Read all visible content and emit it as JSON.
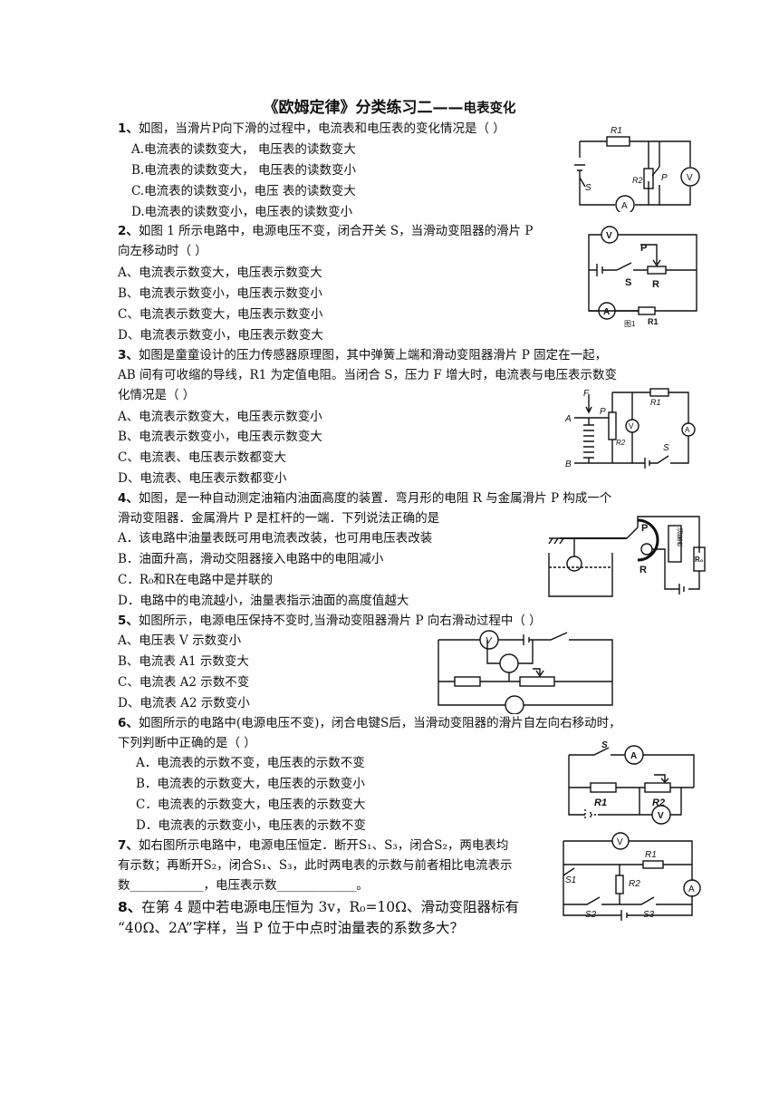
{
  "title": {
    "main": "《欧姆定律》分类练习二——",
    "sub": "电表变化"
  },
  "questions": [
    {
      "num": "1、",
      "stem": [
        "如图，当滑片P向下滑的过程中，电流表和电压表的变化情况是（      ）"
      ],
      "options": [
        "A.电流表的读数变大，  电压表的读数变大",
        "B.电流表的读数变大，  电压表的读数变小",
        "C.电流表的读数变小，电压 表的读数变大",
        "D.电流表的读数变小，电压表的读数变小"
      ]
    },
    {
      "num": "2、",
      "stem": [
        "如图 1 所示电路中，电源电压不变，闭合开关 S，当滑动变阻器的滑片 P",
        "向左移动时（      ）"
      ],
      "options": [
        "A、电流表示数变大，电压表示数变大",
        "B、电流表示数变小，电压表示数变小",
        "C、电流表示数变大，电压表示数变小",
        "D、电流表示数变小，电压表示数变大"
      ]
    },
    {
      "num": "3、",
      "stem": [
        "如图是童童设计的压力传感器原理图，其中弹簧上端和滑动变阻器滑片 P 固定在一起，",
        "AB 间有可收缩的导线，R1 为定值电阻。当闭合 S，压力 F 增大时，电流表与电压表示数变",
        "化情况是（      ）"
      ],
      "options": [
        "A、电流表示数变大，电压表示数变小",
        "B、电流表示数变小，电压表示数变大",
        "C、电流表、电压表示数都变大",
        "D、电流表、电压表示数都变小"
      ]
    },
    {
      "num": "4、",
      "stem": [
        "如图，是一种自动测定油箱内油面高度的装置．弯月形的电阻 R 与金属滑片 P 构成一个",
        "滑动变阻器．金属滑片 P 是杠杆的一端．下列说法正确的是"
      ],
      "options": [
        "A．该电路中油量表既可用电流表改装，也可用电压表改装",
        "B．油面升高，滑动交阻器接入电路中的电阻减小",
        "C．R₀和R在电路中是并联的",
        "D．电路中的电流越小，油量表指示油面的高度值越大"
      ]
    },
    {
      "num": "5、",
      "stem": [
        "如图所示，电源电压保持不变时,当滑动变阻器滑片 P 向右滑动过程中（         ）"
      ],
      "options": [
        "A、电压表 V 示数变小",
        "B、电流表 A1 示数变大",
        "C、电流表 A2 示数不变",
        "D、电流表 A2 示数变小"
      ]
    },
    {
      "num": "6、",
      "stem": [
        "如图所示的电路中(电源电压不变)，闭合电键S后，当滑动变阻器的滑片自左向右移动时，",
        "下列判断中正确的是（      ）"
      ],
      "options": [
        "A．电流表的示数不变，电压表的示数不变",
        "B．电流表的示数变大，电压表的示数变小",
        "C．电流表的示数变大，电压表的示数变大",
        "D．电流表的示数变小，电压表的示数不变"
      ]
    },
    {
      "num": "7、",
      "stem": [
        "如右图所示电路中，电源电压恒定．断开S₁、S₃，闭合S₂，两电表均",
        "有示数；再断开S₂，闭合S₁、S₃，此时两电表的示数与前者相比电流表示",
        "数____________，电压表示数_____________。"
      ],
      "options": []
    },
    {
      "num": "8、",
      "stem": [
        "在第 4 题中若电源电压恒为 3v，R₀=10Ω、滑动变阻器标有",
        "“40Ω、2A”字样，当 P 位于中点时油量表的系数多大？"
      ],
      "options": []
    }
  ],
  "figures": {
    "fig1": {
      "labels": [
        "R1",
        "R2",
        "P",
        "V",
        "A",
        "S"
      ]
    },
    "fig2": {
      "labels": [
        "V",
        "P",
        "S",
        "R",
        "A",
        "图1",
        "R1"
      ]
    },
    "fig3": {
      "labels": [
        "F",
        "A",
        "P",
        "R1",
        "R2",
        "V",
        "A",
        "S",
        "B"
      ]
    },
    "fig4": {
      "labels": [
        "P",
        "R",
        "油量表",
        "R₀"
      ]
    },
    "fig5": {
      "labels": [
        "V"
      ]
    },
    "fig6": {
      "labels": [
        "S",
        "A",
        "R1",
        "R2",
        "V"
      ]
    },
    "fig7": {
      "labels": [
        "V",
        "R1",
        "S1",
        "R2",
        "A",
        "S2",
        "S3"
      ]
    }
  }
}
